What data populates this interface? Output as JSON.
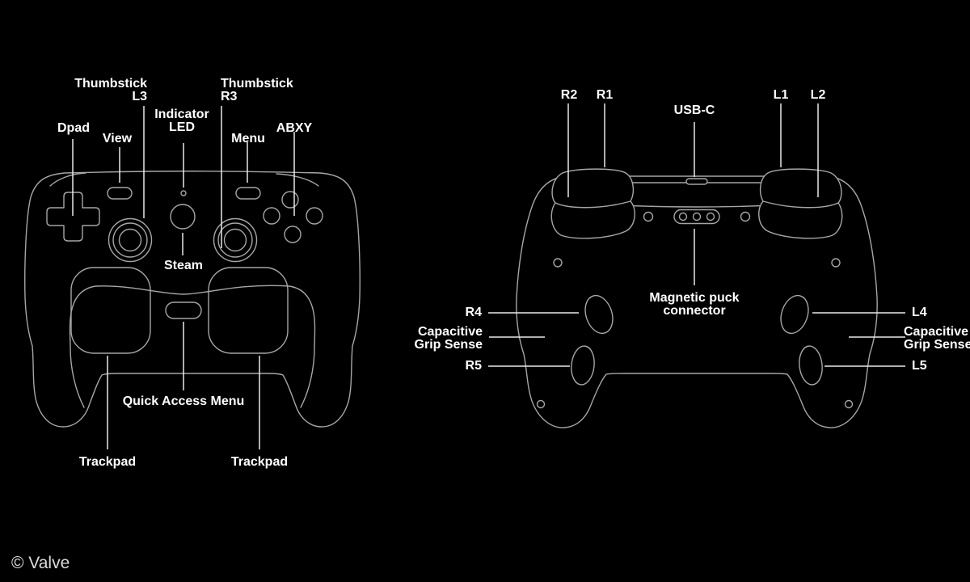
{
  "colors": {
    "background": "#000000",
    "line_art": "#a6a6a6",
    "leader_lines": "#e9e9e9",
    "label_text": "#ffffff",
    "copyright_text": "#dcdcdc"
  },
  "front_view": {
    "labels": {
      "thumbstick_l3": {
        "line1": "Thumbstick",
        "line2": "L3"
      },
      "thumbstick_r3": {
        "line1": "Thumbstick",
        "line2": "R3"
      },
      "indicator_led": {
        "line1": "Indicator",
        "line2": "LED"
      },
      "dpad": "Dpad",
      "view": "View",
      "menu": "Menu",
      "abxy": "ABXY",
      "steam": "Steam",
      "quick_access_menu": "Quick Access Menu",
      "trackpad_left": "Trackpad",
      "trackpad_right": "Trackpad"
    }
  },
  "back_view": {
    "labels": {
      "r2": "R2",
      "r1": "R1",
      "usb_c": "USB-C",
      "l1": "L1",
      "l2": "L2",
      "magnetic_puck": {
        "line1": "Magnetic puck",
        "line2": "connector"
      },
      "r4": "R4",
      "cap_grip_r": {
        "line1": "Capacitive",
        "line2": "Grip Sense"
      },
      "r5": "R5",
      "l4": "L4",
      "cap_grip_l": {
        "line1": "Capacitive",
        "line2": "Grip Sense"
      },
      "l5": "L5"
    }
  },
  "footer": {
    "copyright": "© Valve"
  }
}
